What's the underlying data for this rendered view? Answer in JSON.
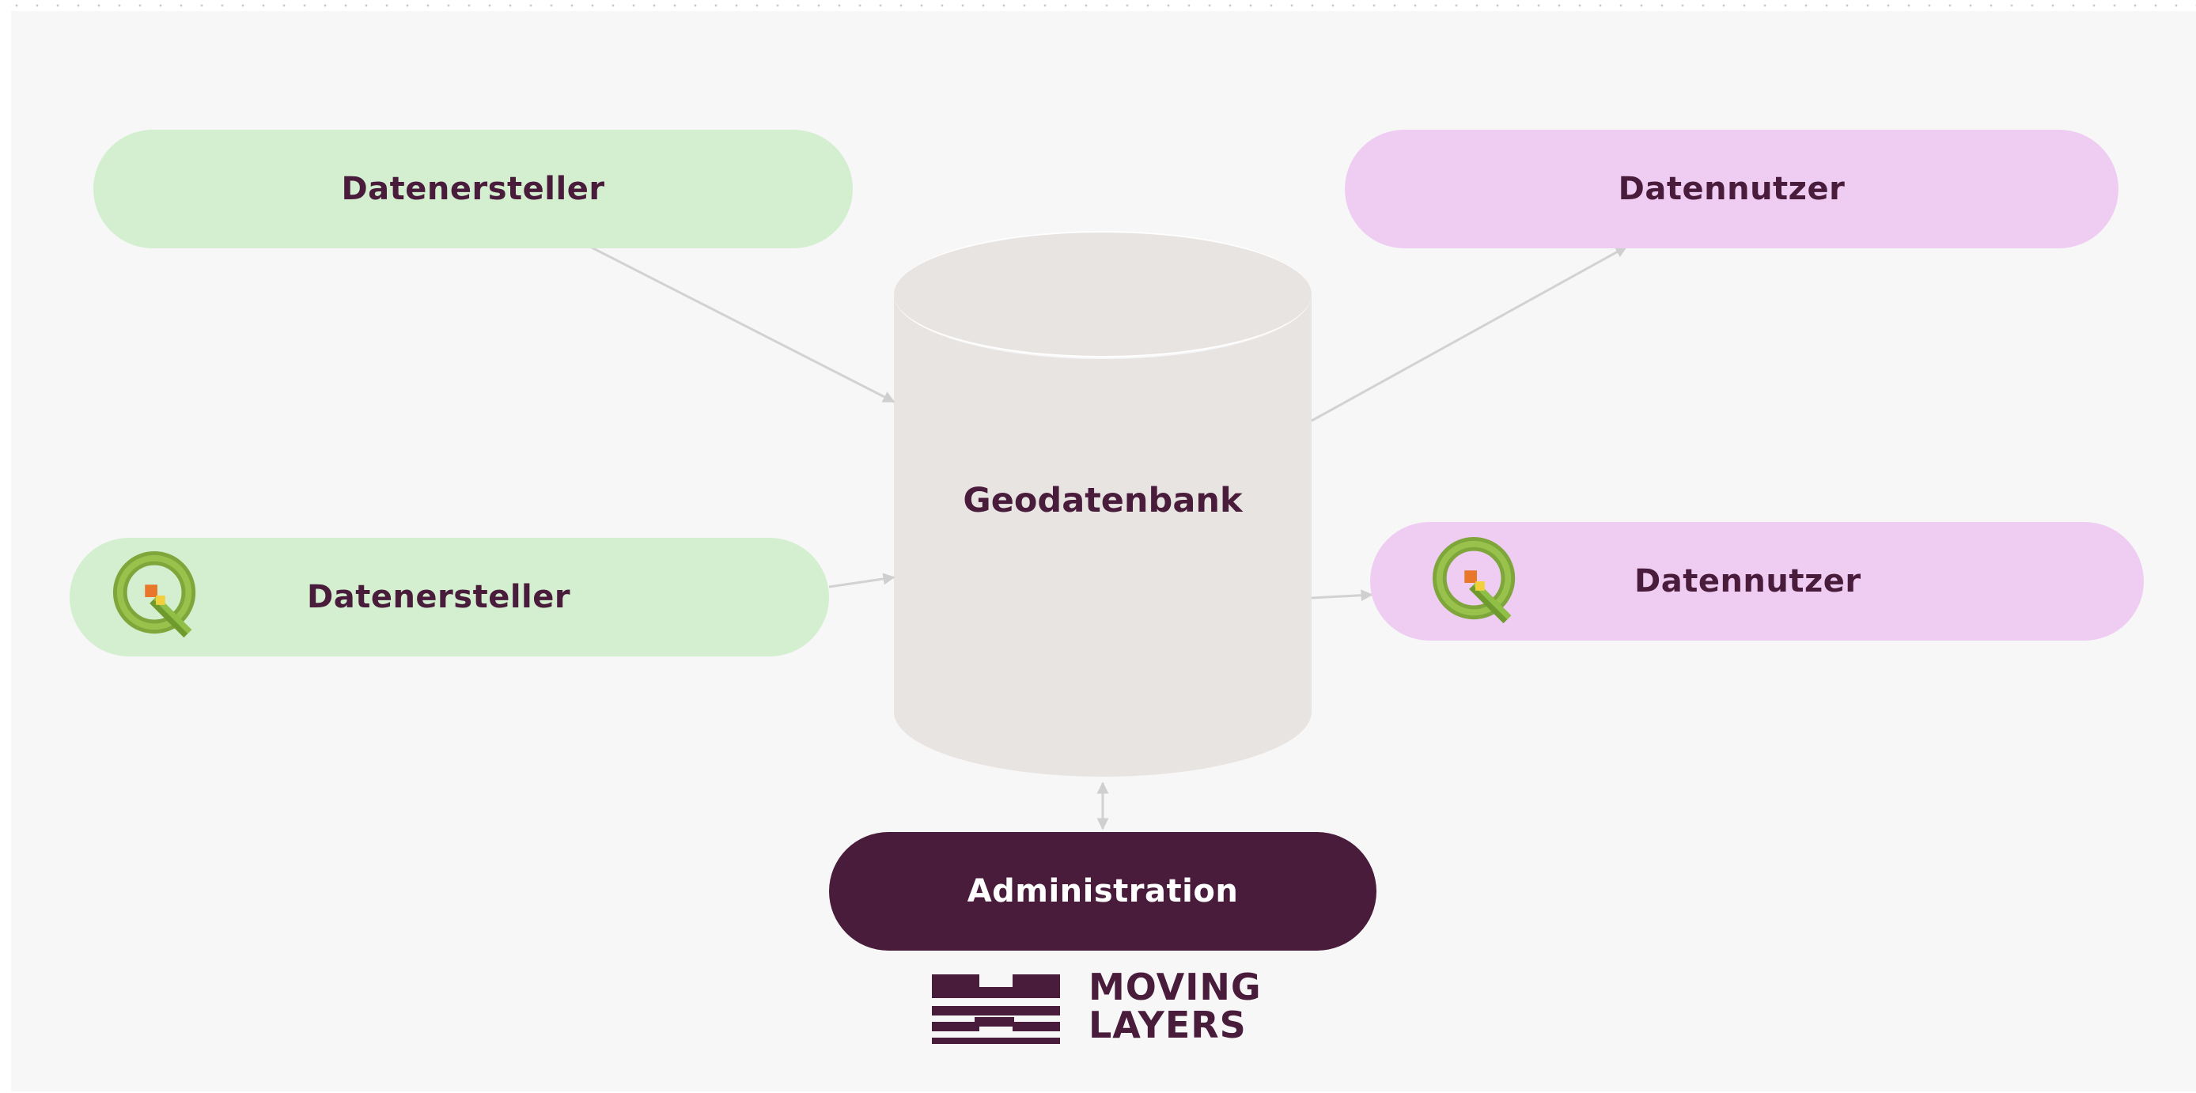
{
  "colors": {
    "canvas": "#f7f7f7",
    "producer_fill": "#d3efd0",
    "consumer_fill": "#efcdf3",
    "admin_fill": "#4a1c3c",
    "text": "#4a1c3c",
    "database_fill": "#e8e4e2",
    "connector": "#d2d2d2"
  },
  "nodes": {
    "producer_top": {
      "label": "Datenersteller"
    },
    "producer_qgis": {
      "label": "Datenersteller",
      "icon": "qgis-logo-icon"
    },
    "consumer_top": {
      "label": "Datennutzer"
    },
    "consumer_qgis": {
      "label": "Datennutzer",
      "icon": "qgis-logo-icon"
    },
    "database": {
      "label": "Geodatenbank",
      "shape": "cylinder"
    },
    "admin": {
      "label": "Administration"
    }
  },
  "edges": [
    {
      "from": "producer_top",
      "to": "database",
      "arrow": "end"
    },
    {
      "from": "producer_qgis",
      "to": "database",
      "arrow": "end"
    },
    {
      "from": "database",
      "to": "consumer_top",
      "arrow": "end"
    },
    {
      "from": "database",
      "to": "consumer_qgis",
      "arrow": "end"
    },
    {
      "from": "database",
      "to": "admin",
      "arrow": "both"
    }
  ],
  "logo": {
    "line1": "MOVING",
    "line2": "LAYERS"
  }
}
